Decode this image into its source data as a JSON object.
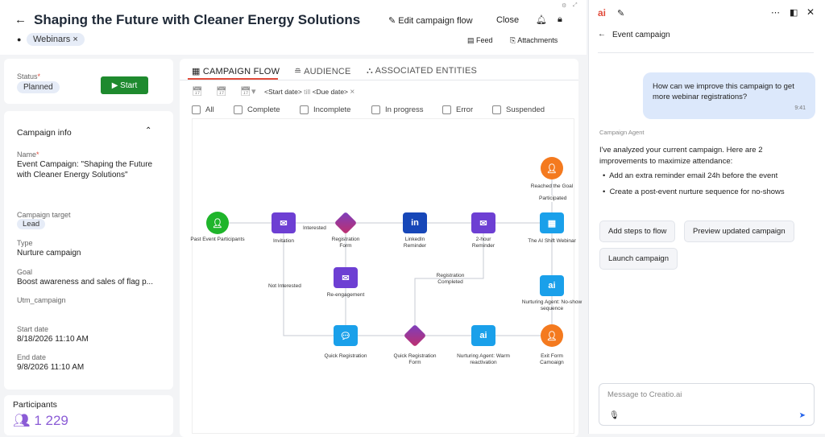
{
  "header": {
    "title": "Shaping the Future with Cleaner Energy Solutions",
    "tag": "Webinars",
    "edit_flow": "Edit campaign flow",
    "close": "Close",
    "feed": "Feed",
    "attachments": "Attachments"
  },
  "status": {
    "label": "Status",
    "value": "Planned",
    "start": "Start"
  },
  "campaign_info": {
    "title": "Campaign info",
    "fields": [
      {
        "label": "Name",
        "value": "Event Campaign: \"Shaping the Future with Cleaner Energy Solutions\""
      },
      {
        "label": "Campaign target",
        "value": "Lead"
      },
      {
        "label": "Type",
        "value": "Nurture campaign"
      },
      {
        "label": "Goal",
        "value": "Boost awareness and sales of flag p..."
      },
      {
        "label": "Utm_campaign",
        "value": ""
      },
      {
        "label": "Start date",
        "value": "8/18/2026 11:10 AM"
      },
      {
        "label": "End date",
        "value": "9/8/2026 11:10 AM"
      }
    ]
  },
  "participants": {
    "label": "Participants",
    "count": "1 229"
  },
  "tabs": [
    "CAMPAIGN FLOW",
    "AUDIENCE",
    "ASSOCIATED ENTITIES"
  ],
  "date_filter": {
    "start": "<Start date>",
    "till": "till",
    "due": "<Due date>"
  },
  "filters": [
    "All",
    "Complete",
    "Incomplete",
    "In progress",
    "Error",
    "Suspended"
  ],
  "flow": {
    "nodes": [
      "Past Event Participants",
      "Invitation",
      "Registration Form",
      "LinkedIn Reminder",
      "2-hour Reminder",
      "The AI Shift Webinar",
      "Reached the Goal",
      "Re-engagement",
      "Nurturing Agent: No-show sequence",
      "Quick Registration",
      "Quick Registration Form",
      "Nurturing Agent: Warm reactivation",
      "Exit Form Camoaign"
    ],
    "edges": [
      "Interested",
      "Not Interested",
      "Registration Completed",
      "Participated"
    ]
  },
  "chat": {
    "title": "Event campaign",
    "user_msg": "How can we improve this campaign to get more webinar registrations?",
    "user_time": "9:41",
    "agent_name": "Campaign Agent",
    "agent_msg": "I've analyzed your current campaign. Here are 2 improvements to maximize attendance:",
    "bullets": [
      "Add an extra reminder email 24h before the event",
      "Create a post-event nurture sequence for no-shows"
    ],
    "actions": [
      "Add steps to flow",
      "Preview updated campaign",
      "Launch campaign"
    ],
    "placeholder": "Message to Creatio.ai"
  },
  "colors": {
    "accent": "#e14b3b",
    "start": "#1e8a2e",
    "purple": "#6d3fd3",
    "blue": "#1aa0ea"
  }
}
